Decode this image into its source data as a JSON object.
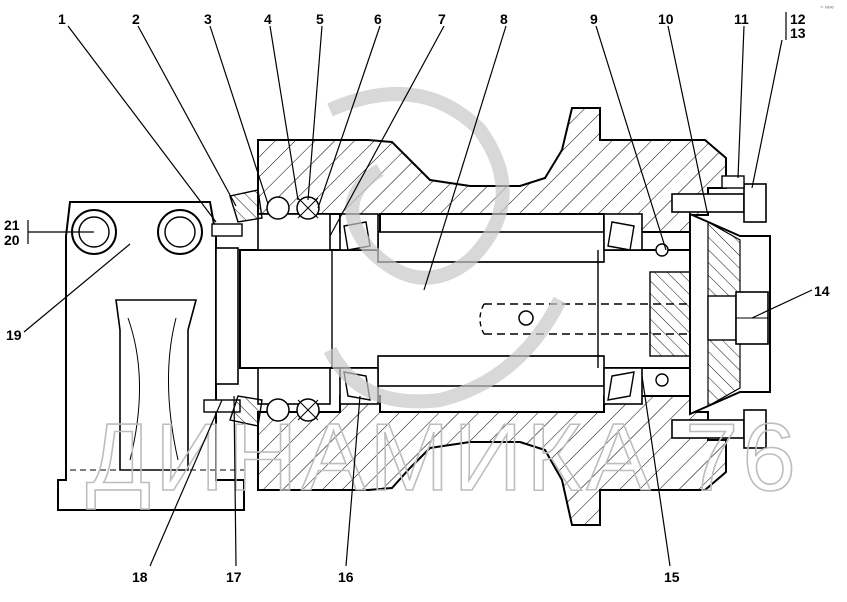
{
  "watermark": {
    "text": "ДИНАМИКА 76"
  },
  "corner_mark": "~ ∞∞",
  "callouts": {
    "c1": "1",
    "c2": "2",
    "c3": "3",
    "c4": "4",
    "c5": "5",
    "c6": "6",
    "c7": "7",
    "c8": "8",
    "c9": "9",
    "c10": "10",
    "c11": "11",
    "c12": "12",
    "c13": "13",
    "c14": "14",
    "c15": "15",
    "c16": "16",
    "c17": "17",
    "c18": "18",
    "c19": "19",
    "c20": "20",
    "c21": "21"
  }
}
